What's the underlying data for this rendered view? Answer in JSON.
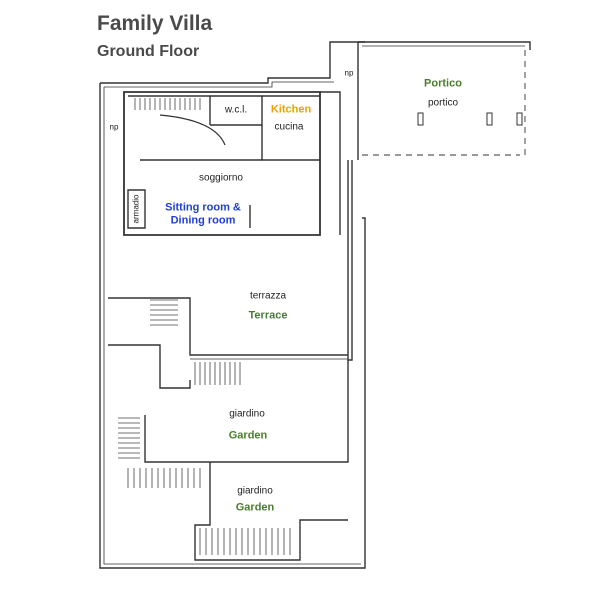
{
  "header": {
    "title": "Family Villa",
    "subtitle": "Ground Floor"
  },
  "rooms": {
    "portico_en": "Portico",
    "portico_it": "portico",
    "kitchen_en": "Kitchen",
    "kitchen_it": "cucina",
    "wc": "w.c.l.",
    "np_label": "np",
    "np_right": "np",
    "soggiorno": "soggiorno",
    "sitting_en": "Sitting room &\nDining room",
    "armadio": "armadio",
    "terrace_it": "terrazza",
    "terrace_en": "Terrace",
    "garden1_it": "giardino",
    "garden1_en": "Garden",
    "garden2_it": "giardino",
    "garden2_en": "Garden"
  },
  "colors": {
    "green": "#4a7d2b",
    "orange": "#f0a200",
    "blue": "#1e3fd0",
    "line": "#333333"
  }
}
